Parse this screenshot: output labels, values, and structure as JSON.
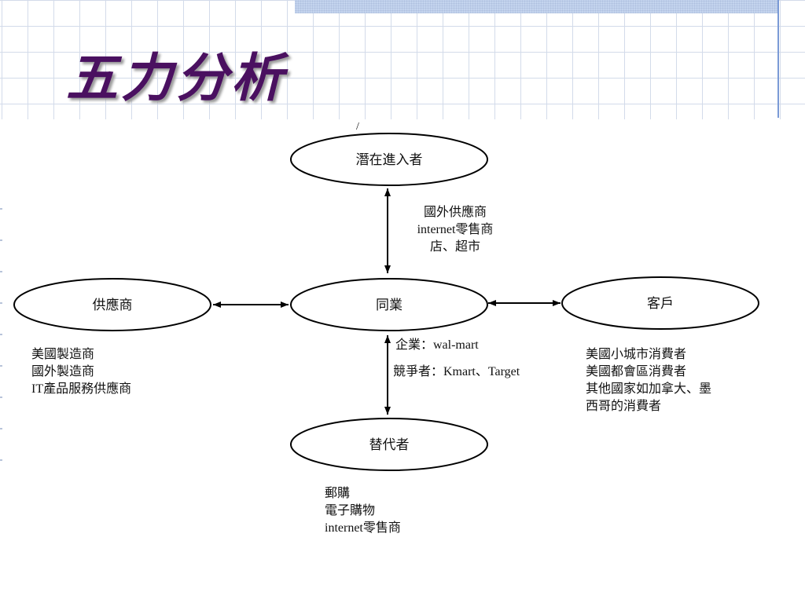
{
  "slide": {
    "title": "五力分析",
    "stray_mark": "/"
  },
  "diagram": {
    "entrants": {
      "label": "潛在進入者",
      "notes": [
        "國外供應商",
        "internet零售商",
        "店、超市"
      ]
    },
    "suppliers": {
      "label": "供應商",
      "notes": [
        "美國製造商",
        "國外製造商",
        "IT產品服務供應商"
      ]
    },
    "industry": {
      "label": "同業",
      "notes": [
        "企業：wal-mart",
        "競爭者：Kmart、Target"
      ]
    },
    "customers": {
      "label": "客戶",
      "notes": [
        "美國小城市消費者",
        "美國都會區消費者",
        "其他國家如加拿大、墨",
        "西哥的消費者"
      ]
    },
    "substitutes": {
      "label": "替代者",
      "notes": [
        "郵購",
        "電子購物",
        "internet零售商"
      ]
    }
  },
  "colors": {
    "title": "#4a1060",
    "grid": "#d3dbea",
    "accent_bar": "#c4d4ee",
    "accent_line": "#7a9ad6",
    "diagram_stroke": "#000000"
  }
}
